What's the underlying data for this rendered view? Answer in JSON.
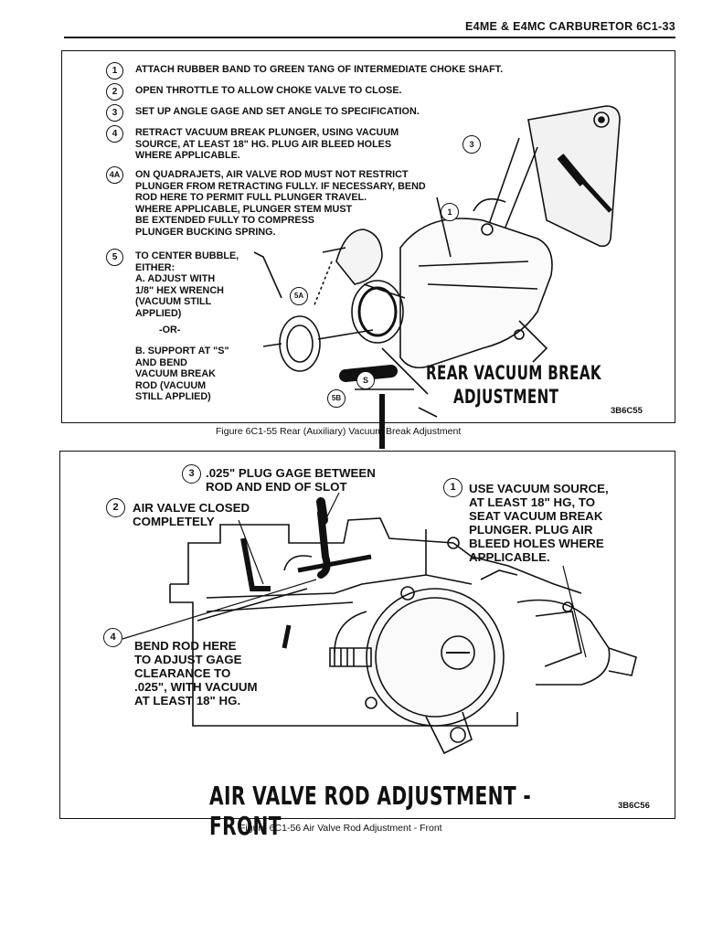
{
  "header": {
    "title": "E4ME & E4MC CARBURETOR 6C1-33"
  },
  "figure1": {
    "steps": [
      {
        "num": "1",
        "text": "ATTACH RUBBER BAND TO GREEN TANG OF INTERMEDIATE CHOKE SHAFT."
      },
      {
        "num": "2",
        "text": "OPEN THROTTLE TO ALLOW CHOKE VALVE TO CLOSE."
      },
      {
        "num": "3",
        "text": "SET UP ANGLE GAGE AND SET ANGLE TO SPECIFICATION."
      },
      {
        "num": "4",
        "text": "RETRACT VACUUM BREAK PLUNGER, USING VACUUM\nSOURCE, AT LEAST 18\" HG. PLUG AIR BLEED HOLES\nWHERE APPLICABLE."
      },
      {
        "num": "4A",
        "text": "ON QUADRAJETS, AIR VALVE ROD MUST NOT RESTRICT\nPLUNGER FROM RETRACTING FULLY. IF NECESSARY, BEND\nROD HERE TO PERMIT FULL PLUNGER TRAVEL.\nWHERE APPLICABLE, PLUNGER STEM MUST\nBE EXTENDED FULLY TO COMPRESS\nPLUNGER BUCKING SPRING."
      },
      {
        "num": "5",
        "text": "TO CENTER BUBBLE,\nEITHER:\nA. ADJUST WITH\n1/8\" HEX WRENCH\n(VACUUM STILL\nAPPLIED)"
      }
    ],
    "or_text": "-OR-",
    "step_b": "B. SUPPORT AT \"S\"\nAND BEND\nVACUUM BREAK\nROD (VACUUM\nSTILL APPLIED)",
    "callouts": {
      "c3": "3",
      "c1": "1",
      "c5a": "5A",
      "c5b": "5B",
      "cs": "S"
    },
    "title_line1": "REAR VACUUM BREAK",
    "title_line2": "ADJUSTMENT",
    "code": "3B6C55",
    "caption": "Figure 6C1-55 Rear (Auxiliary) Vacuum Break Adjustment"
  },
  "figure2": {
    "label3_num": "3",
    "label3_text": ".025\" PLUG GAGE BETWEEN\nROD AND END OF SLOT",
    "label2_num": "2",
    "label2_text": "AIR VALVE CLOSED\nCOMPLETELY",
    "label1_num": "1",
    "label1_text": "USE VACUUM SOURCE,\nAT LEAST 18\" HG, TO\nSEAT VACUUM BREAK\nPLUNGER. PLUG AIR\nBLEED HOLES WHERE\nAPPLICABLE.",
    "label4_num": "4",
    "label4_text": "BEND ROD HERE\nTO ADJUST GAGE\nCLEARANCE TO\n.025\", WITH VACUUM\nAT LEAST 18\" HG.",
    "title": "AIR VALVE ROD ADJUSTMENT - FRONT",
    "code": "3B6C56",
    "caption": "Figure 6C1-56 Air Valve Rod Adjustment - Front"
  }
}
